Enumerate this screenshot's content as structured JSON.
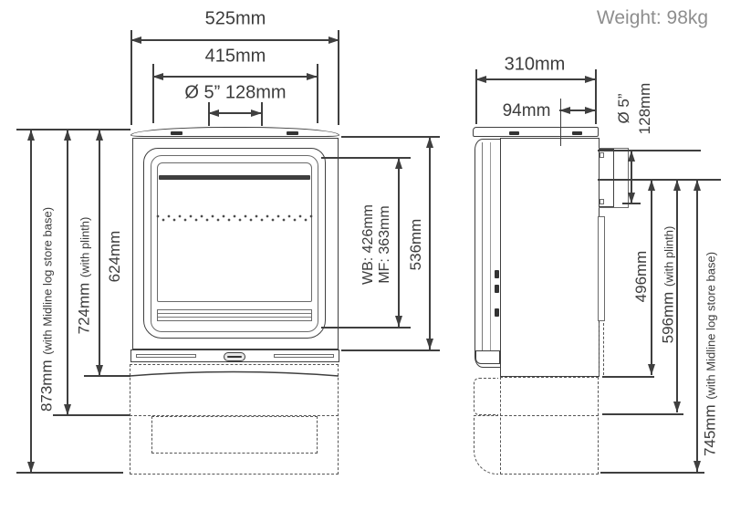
{
  "weight": "Weight: 98kg",
  "front_view": {
    "width_overall": "525mm",
    "width_inner": "415mm",
    "flue_diameter": "Ø 5” 128mm",
    "height_body": "624mm",
    "height_with_plinth": "724mm",
    "height_with_plinth_note": "(with plinth)",
    "height_with_logstore": "873mm",
    "height_with_logstore_note": "(with Midline log store base)",
    "window_wood": "WB: 426mm",
    "window_multifuel": "MF: 363mm",
    "height_firebox": "536mm"
  },
  "side_view": {
    "depth_overall": "310mm",
    "flue_centre_offset": "94mm",
    "flue_diameter_inches": "Ø 5”",
    "flue_diameter_mm": "128mm",
    "flue_height": "496mm",
    "flue_height_with_plinth": "596mm",
    "flue_height_with_plinth_note": "(with plinth)",
    "flue_height_with_logstore": "745mm",
    "flue_height_with_logstore_note": "(with Midline log store base)"
  },
  "colors": {
    "line": "#3f3f3f",
    "text": "#3c3c3c",
    "muted_text": "#8e8e8e"
  }
}
